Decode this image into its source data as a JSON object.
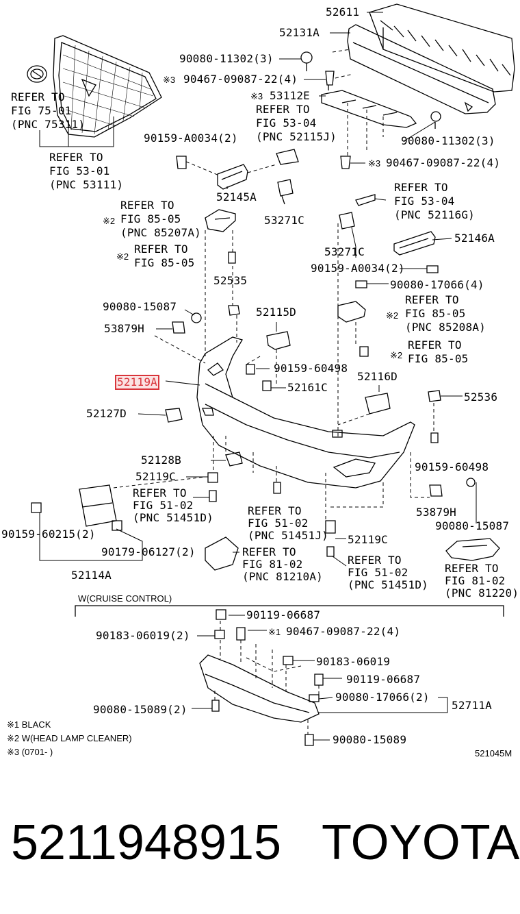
{
  "labels": {
    "p52611": "52611",
    "p52131A": "52131A",
    "bolt_top": "90080-11302(3)",
    "clip_top": "90467-09087-22(4)",
    "n3_a": "※3",
    "p53112E": "53112E",
    "n3_b": "※3",
    "ref_fig53_04_a": [
      "REFER TO",
      "FIG 53-04",
      "(PNC 52115J)"
    ],
    "ref_fig75": [
      "REFER TO",
      "FIG 75-01",
      "(PNC 75311)"
    ],
    "ref_fig53_01": [
      "REFER TO",
      "FIG 53-01",
      "(PNC 53111)"
    ],
    "screw_a34_l": "90159-A0034(2)",
    "bolt_r2": "90080-11302(3)",
    "n3_c": "※3",
    "clip_r2": "90467-09087-22(4)",
    "p52145A": "52145A",
    "ref_fig53_04_b": [
      "REFER TO",
      "FIG 53-04",
      "(PNC 52116G)"
    ],
    "n2_a": "※2",
    "ref_fig85_05_a": [
      "REFER TO",
      "FIG 85-05",
      "(PNC 85207A)"
    ],
    "p53271C_a": "53271C",
    "p52146A": "52146A",
    "p53271C_b": "53271C",
    "n2_b": "※2",
    "ref_fig85_05_b": [
      "REFER TO",
      "FIG 85-05"
    ],
    "screw_a34_r": "90159-A0034(2)",
    "p52535": "52535",
    "nut_17066_a": "90080-17066(4)",
    "screw_15087_l": "90080-15087",
    "n2_c": "※2",
    "ref_fig85_05_c": [
      "REFER TO",
      "FIG 85-05",
      "(PNC 85208A)"
    ],
    "p53879H_a": "53879H",
    "p52115D": "52115D",
    "n2_d": "※2",
    "ref_fig85_05_d": [
      "REFER TO",
      "FIG 85-05"
    ],
    "screw_60498_a": "90159-60498",
    "p52119A": "52119A",
    "p52161C": "52161C",
    "p52116D": "52116D",
    "p52536": "52536",
    "p52127D": "52127D",
    "p52128B": "52128B",
    "screw_60498_b": "90159-60498",
    "p52119C_a": "52119C",
    "ref_fig51_02_a": [
      "REFER TO",
      "FIG 51-02",
      "(PNC 51451D)"
    ],
    "ref_fig51_02_b": [
      "REFER TO",
      "FIG 51-02",
      "(PNC 51451J)"
    ],
    "p53879H_b": "53879H",
    "screw_15087_r": "90080-15087",
    "screw_60215": "90159-60215(2)",
    "p52119C_b": "52119C",
    "nut_06127": "90179-06127(2)",
    "ref_fig81_02_a": [
      "REFER TO",
      "FIG 81-02",
      "(PNC 81210A)"
    ],
    "ref_fig51_02_c": [
      "REFER TO",
      "FIG 51-02",
      "(PNC 51451D)"
    ],
    "ref_fig81_02_b": [
      "REFER TO",
      "FIG 81-02",
      "(PNC 81220)"
    ],
    "p52114A": "52114A",
    "cruise": "W(CRUISE CONTROL)",
    "bolt_06687_a": "90119-06687",
    "nut_06019_a": "90183-06019(2)",
    "n1": "※1",
    "clip_bot": "90467-09087-22(4)",
    "nut_06019_b": "90183-06019",
    "bolt_06687_b": "90119-06687",
    "nut_17066_b": "90080-17066(2)",
    "p52711A": "52711A",
    "screw_15089_l": "90080-15089(2)",
    "screw_15089_r": "90080-15089",
    "note1": "※1 BLACK",
    "note2": "※2 W(HEAD LAMP CLEANER)",
    "note3": "※3 (0701-        )",
    "fig_code": "521045M"
  },
  "footer": {
    "part_number": "5211948915",
    "brand": "TOYOTA"
  },
  "colors": {
    "highlight": "#d9343a",
    "ink": "#000000"
  }
}
